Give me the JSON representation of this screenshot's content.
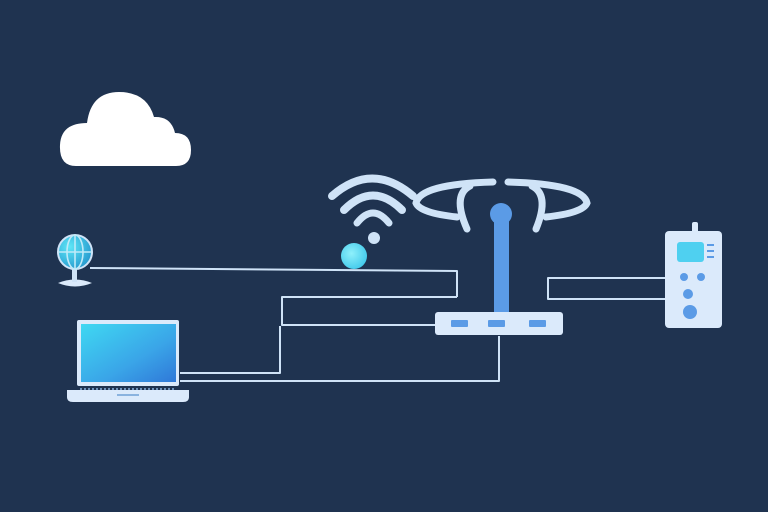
{
  "colors": {
    "background": "#1f3350",
    "line": "#cfe3f7",
    "device_light": "#dbeafb",
    "accent_blue": "#5b9be6",
    "accent_cyan": "#4fd0f0",
    "cloud": "#ffffff"
  },
  "nodes": [
    {
      "id": "cloud",
      "icon": "cloud-icon"
    },
    {
      "id": "globe",
      "icon": "globe-icon"
    },
    {
      "id": "wifi",
      "icon": "wifi-icon"
    },
    {
      "id": "router",
      "icon": "router-icon"
    },
    {
      "id": "laptop",
      "icon": "laptop-icon"
    },
    {
      "id": "remote",
      "icon": "remote-control-icon"
    }
  ],
  "connections": [
    {
      "from": "globe",
      "to": "router"
    },
    {
      "from": "laptop",
      "to": "router"
    },
    {
      "from": "laptop",
      "to": "router"
    },
    {
      "from": "router",
      "to": "remote"
    }
  ]
}
